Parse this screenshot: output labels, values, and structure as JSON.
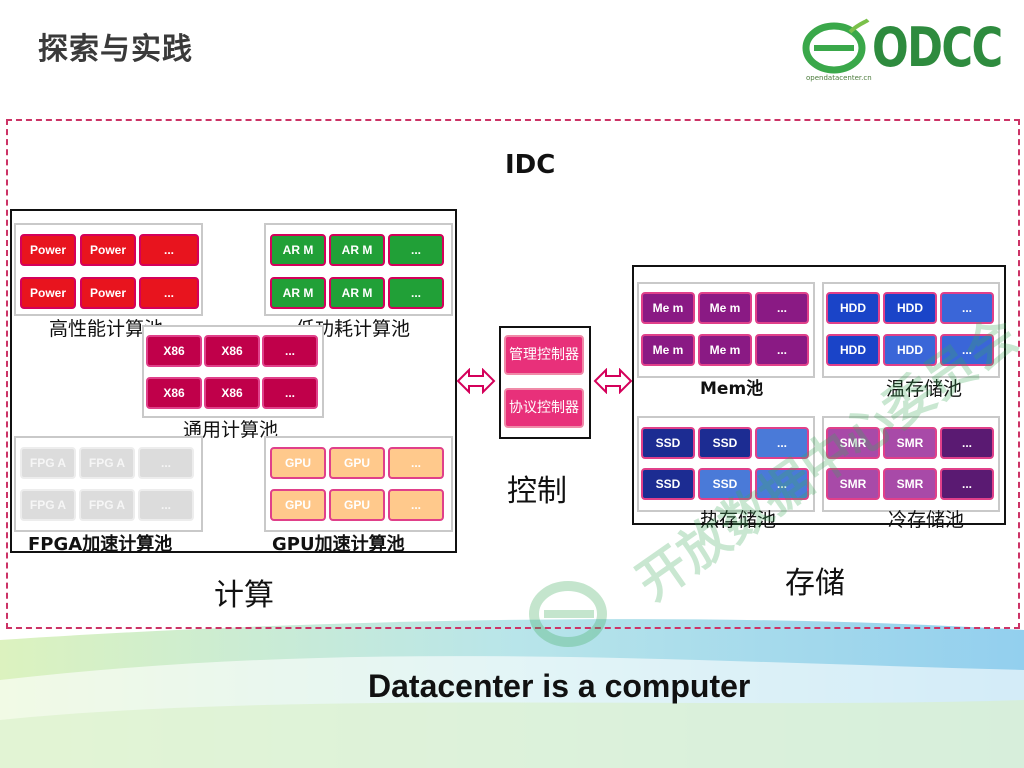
{
  "slide": {
    "title": "探索与实践",
    "logo_text": "ODCC",
    "logo_url": "opendatacenter.cn",
    "idc_label": "IDC",
    "bottom_text": "Datacenter is a computer",
    "watermark": "开放数据中心委员会"
  },
  "compute": {
    "label": "计算",
    "hpc": {
      "label": "高性能计算池",
      "cells": [
        "Power",
        "Power",
        "...",
        "Power",
        "Power",
        "..."
      ]
    },
    "lowpower": {
      "label": "低功耗计算池",
      "cells": [
        "AR M",
        "AR M",
        "...",
        "AR M",
        "AR M",
        "..."
      ]
    },
    "general": {
      "label": "通用计算池",
      "cells": [
        "X86",
        "X86",
        "...",
        "X86",
        "X86",
        "..."
      ]
    },
    "fpga": {
      "label": "FPGA加速计算池",
      "cells": [
        "FPG A",
        "FPG A",
        "...",
        "FPG A",
        "FPG A",
        "..."
      ]
    },
    "gpu": {
      "label": "GPU加速计算池",
      "cells": [
        "GPU",
        "GPU",
        "...",
        "GPU",
        "GPU",
        "..."
      ]
    }
  },
  "control": {
    "label": "控制",
    "items": [
      "管理控制器",
      "协议控制器"
    ]
  },
  "storage": {
    "label": "存储",
    "mem": {
      "label": "Mem池",
      "cells": [
        "Me m",
        "Me m",
        "...",
        "Me m",
        "Me m",
        "..."
      ]
    },
    "warm": {
      "label": "温存储池",
      "cells": [
        "HDD",
        "HDD",
        "...",
        "HDD",
        "HDD",
        "..."
      ]
    },
    "hot": {
      "label": "热存储池",
      "cells": [
        "SSD",
        "SSD",
        "...",
        "SSD",
        "SSD",
        "..."
      ]
    },
    "cold": {
      "label": "冷存储池",
      "cells": [
        "SMR",
        "SMR",
        "...",
        "SMR",
        "SMR",
        "..."
      ]
    }
  }
}
